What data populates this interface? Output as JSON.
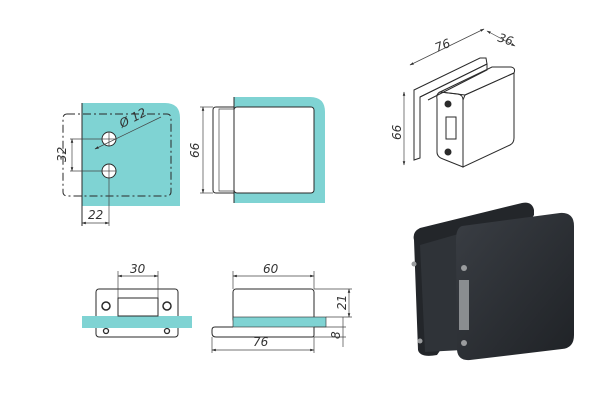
{
  "colors": {
    "glass": "#7fd3d3",
    "line": "#2a2a2a",
    "product": "#2b2e33",
    "background": "#ffffff"
  },
  "front_view": {
    "hole_diameter_label": "Ø 12",
    "hole_spacing_label": "32",
    "hole_offset_label": "22"
  },
  "side_view": {
    "height_label": "66"
  },
  "isometric_view": {
    "width_label": "76",
    "depth_label": "36",
    "height_label": "66"
  },
  "top_view_left": {
    "slot_width_label": "30"
  },
  "top_view_right": {
    "cover_width_label": "60",
    "base_width_label": "76",
    "cover_height_label": "21",
    "base_height_label": "8"
  },
  "photo": {
    "description": "black glass door clamp"
  }
}
